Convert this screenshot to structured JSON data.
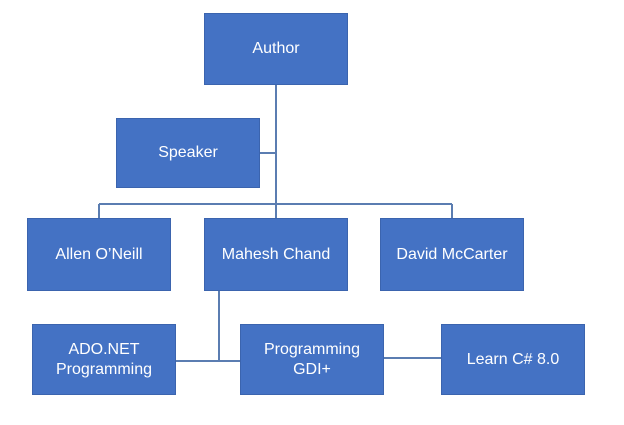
{
  "diagram": {
    "colors": {
      "box_fill": "#4472c4",
      "box_text": "#ffffff",
      "connector": "#5b7db1"
    },
    "nodes": {
      "author": "Author",
      "speaker": "Speaker",
      "allen": "Allen O’Neill",
      "mahesh": "Mahesh Chand",
      "david": "David McCarter",
      "ado": "ADO.NET\nProgramming",
      "gdi": "Programming\nGDI+",
      "learn": "Learn C# 8.0"
    }
  }
}
